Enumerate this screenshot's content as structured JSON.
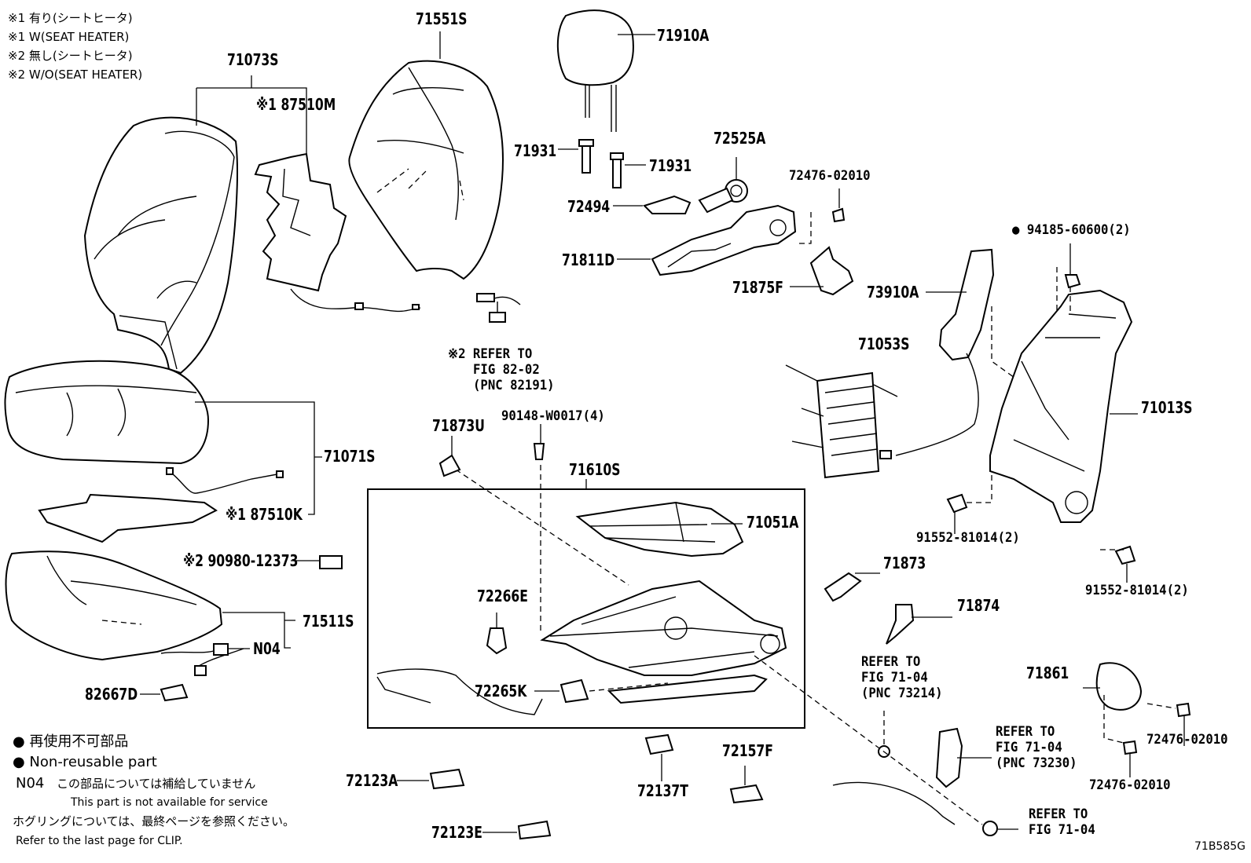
{
  "legend": {
    "l1": "※1 有り(シートヒータ)",
    "l2": "※1 W(SEAT HEATER)",
    "l3": "※2 無し(シートヒータ)",
    "l4": "※2 W/O(SEAT HEATER)"
  },
  "footer": {
    "bullet_jp": "● 再使用不可部品",
    "bullet_en": "● Non-reusable part",
    "n04_code": "N04",
    "n04_jp": "この部品については補給していません",
    "n04_en": "This part is not available for service",
    "clip_jp": "ホグリングについては、最終ページを参照ください。",
    "clip_en": "Refer to the last page for CLIP.",
    "figure_id": "71B585G"
  },
  "parts": {
    "p71551S": "71551S",
    "p71910A": "71910A",
    "p71073S": "71073S",
    "p87510M": "※1 87510M",
    "p71931a": "71931",
    "p71931b": "71931",
    "p72525A": "72525A",
    "p72476a": "72476-02010",
    "p72494": "72494",
    "p71811D": "71811D",
    "p71875F": "71875F",
    "p94185": "● 94185-60600(2)",
    "p73910A": "73910A",
    "p71053S": "71053S",
    "p71013S": "71013S",
    "p71071S": "71071S",
    "p87510K": "※1 87510K",
    "p71873U": "71873U",
    "p90148": "90148-W0017(4)",
    "p71610S": "71610S",
    "p71051A": "71051A",
    "p90980": "※2 90980-12373",
    "p71873": "71873",
    "p71874": "71874",
    "p91552a": "91552-81014(2)",
    "p91552b": "91552-81014(2)",
    "p71511S": "71511S",
    "p72266E": "72266E",
    "pN04": "N04",
    "p82667D": "82667D",
    "p72265K": "72265K",
    "p71861": "71861",
    "p72476b": "72476-02010",
    "p72476c": "72476-02010",
    "p72123A": "72123A",
    "p72137T": "72137T",
    "p72157F": "72157F",
    "p72123E": "72123E"
  },
  "refs": {
    "r1_line1": "※2 REFER TO",
    "r1_line2": "FIG 82-02",
    "r1_line3": "(PNC 82191)",
    "r2_line1": "REFER TO",
    "r2_line2": "FIG 71-04",
    "r2_line3": "(PNC 73214)",
    "r3_line1": "REFER TO",
    "r3_line2": "FIG 71-04",
    "r3_line3": "(PNC 73230)",
    "r4_line1": "REFER TO",
    "r4_line2": "FIG 71-04"
  }
}
